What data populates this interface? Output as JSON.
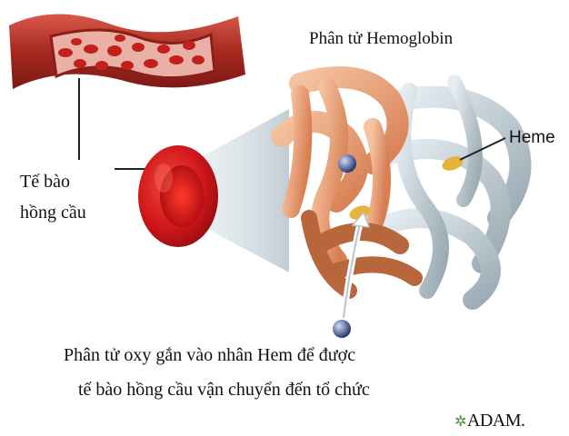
{
  "title": "Phân tử Hemoglobin",
  "rbc_label": {
    "line1": "Tế bào",
    "line2": "hồng cầu"
  },
  "heme_label": "Heme",
  "caption": {
    "line1": "Phân tử oxy gắn vào nhân Hem để được",
    "line2": "tế bào hồng cầu vận chuyển đến tổ chức"
  },
  "logo": {
    "mark": "✲",
    "text": "ADAM."
  },
  "colors": {
    "vessel": "#b53a2e",
    "vessel_inner": "#e9b1a6",
    "rbc": "#d71818",
    "protein_orange": "#e9a27a",
    "protein_grey": "#c3cfd6",
    "heme_gold": "#e6b43c"
  }
}
